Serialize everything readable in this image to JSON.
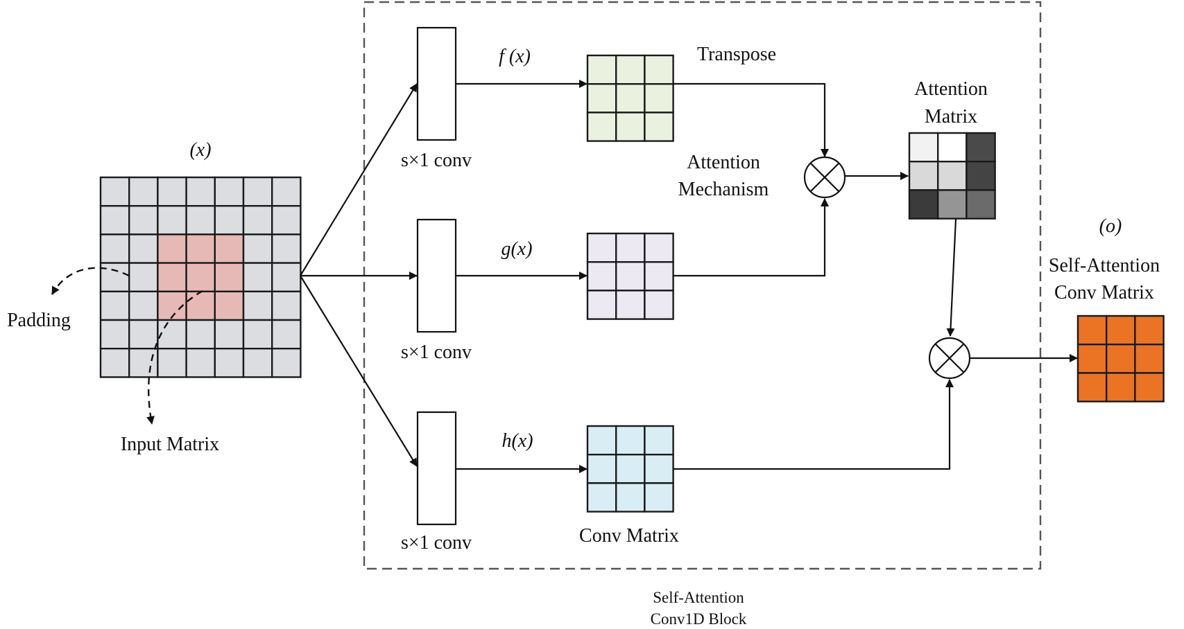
{
  "input": {
    "label": "(x)",
    "padding_label": "Padding",
    "matrix_label": "Input Matrix",
    "rows": 7,
    "cols": 7,
    "cell_color": "#dcdde0",
    "highlight_color": "#e7b9b6"
  },
  "block": {
    "title_line1": "Self-Attention",
    "title_line2": "Conv1D Block",
    "mechanism_line1": "Attention",
    "mechanism_line2": "Mechanism"
  },
  "branches": [
    {
      "conv_label": "s×1 conv",
      "func_label": "f (x)",
      "matrix_color": "#eaf2df",
      "matrix_label": "Transpose"
    },
    {
      "conv_label": "s×1 conv",
      "func_label": "g(x)",
      "matrix_color": "#ece9f3",
      "matrix_label": ""
    },
    {
      "conv_label": "s×1 conv",
      "func_label": "h(x)",
      "matrix_color": "#d9edf5",
      "matrix_label": "Conv Matrix"
    }
  ],
  "attention": {
    "label_line1": "Attention",
    "label_line2": "Matrix",
    "cell_colors": [
      "#f2f2f2",
      "#ffffff",
      "#4a4a4a",
      "#d9d9d9",
      "#d9d9d9",
      "#444444",
      "#3b3b3b",
      "#959595",
      "#6b6b6b"
    ]
  },
  "output": {
    "label": "(o)",
    "title_line1": "Self-Attention",
    "title_line2": "Conv Matrix",
    "color": "#ea7424"
  }
}
